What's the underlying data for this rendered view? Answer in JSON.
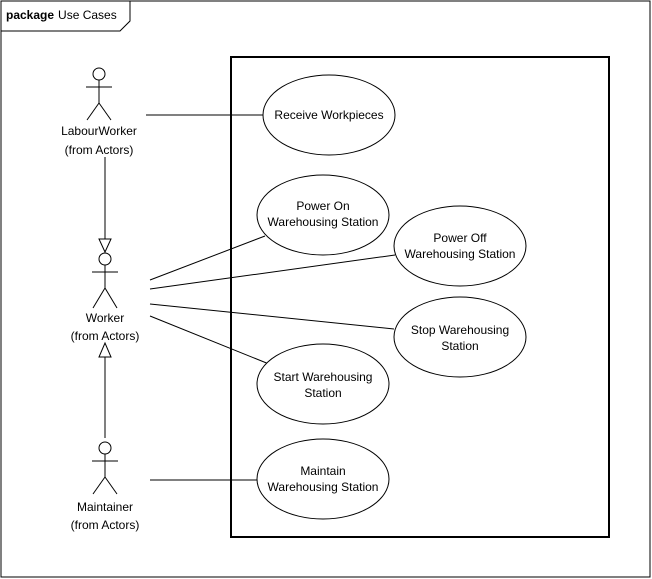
{
  "package": {
    "keyword": "package",
    "name": "Use Cases"
  },
  "actors": {
    "labour_worker": {
      "name": "LabourWorker",
      "origin": "(from Actors)"
    },
    "worker": {
      "name": "Worker",
      "origin": "(from Actors)"
    },
    "maintainer": {
      "name": "Maintainer",
      "origin": "(from Actors)"
    }
  },
  "use_cases": {
    "receive_workpieces": {
      "lines": [
        "Receive Workpieces"
      ]
    },
    "power_on": {
      "lines": [
        "Power On",
        "Warehousing Station"
      ]
    },
    "power_off": {
      "lines": [
        "Power Off",
        "Warehousing Station"
      ]
    },
    "stop": {
      "lines": [
        "Stop Warehousing",
        "Station"
      ]
    },
    "start": {
      "lines": [
        "Start Warehousing",
        "Station"
      ]
    },
    "maintain": {
      "lines": [
        "Maintain",
        "Warehousing Station"
      ]
    }
  },
  "colors": {
    "line": "#000000",
    "background": "#ffffff"
  }
}
